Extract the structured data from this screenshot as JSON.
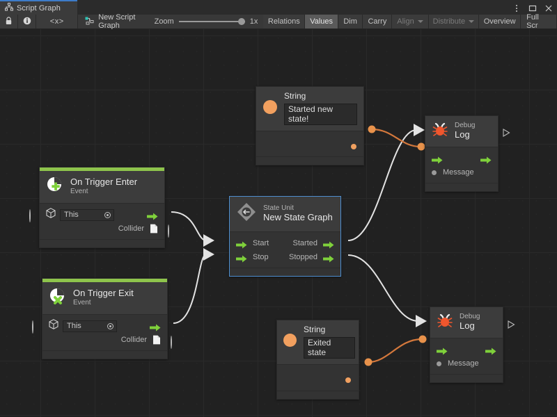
{
  "window": {
    "tab_label": "Script Graph",
    "tab_icon": "graph-hierarchy-icon",
    "controls": [
      "kebab-menu-icon",
      "maximize-icon",
      "close-icon"
    ]
  },
  "toolbar": {
    "lock_icon": "lock-icon",
    "info_icon": "info-icon",
    "code_icon": "code-brackets-icon",
    "code_label": "<x>",
    "breadcrumb": "New Script Graph",
    "breadcrumb_icon": "script-graph-icon",
    "zoom_label": "Zoom",
    "zoom_value": "1x",
    "zoom_percent": 100,
    "buttons": [
      {
        "label": "Relations",
        "state": "normal"
      },
      {
        "label": "Values",
        "state": "active"
      },
      {
        "label": "Dim",
        "state": "normal"
      },
      {
        "label": "Carry",
        "state": "normal"
      },
      {
        "label": "Align",
        "state": "dim",
        "dropdown": true
      },
      {
        "label": "Distribute",
        "state": "dim",
        "dropdown": true
      },
      {
        "label": "Overview",
        "state": "normal"
      },
      {
        "label": "Full Scr",
        "state": "normal"
      }
    ]
  },
  "graph": {
    "accent_green": "#8ec44c",
    "wire_flow_color": "#e8e8e8",
    "wire_value_color": "#d4783c",
    "selection_color": "#4e8fd1",
    "nodes": [
      {
        "id": "string-top",
        "kind": "string-literal",
        "title": "String",
        "value": "Started new state!",
        "icon": "string-orange-circle-icon"
      },
      {
        "id": "debug-log-top",
        "kind": "debug-log",
        "subtitle": "Debug",
        "title": "Log",
        "icon": "bug-icon",
        "input_flow": "flow-in-arrow",
        "output_flow": "flow-out-arrow",
        "message_label": "Message"
      },
      {
        "id": "on-trigger-enter",
        "kind": "event",
        "title": "On Trigger Enter",
        "subtitle": "Event",
        "icon": "trigger-enter-icon",
        "target_value": "This",
        "target_icon": "gameobject-cube-icon",
        "output_label": "Collider",
        "output_icon": "collider-page-icon"
      },
      {
        "id": "on-trigger-exit",
        "kind": "event",
        "title": "On Trigger Exit",
        "subtitle": "Event",
        "icon": "trigger-exit-icon",
        "target_value": "This",
        "target_icon": "gameobject-cube-icon",
        "output_label": "Collider",
        "output_icon": "collider-page-icon"
      },
      {
        "id": "state-unit",
        "kind": "state-unit",
        "subtitle": "State Unit",
        "title": "New  State  Graph",
        "icon": "state-unit-diamond-icon",
        "selected": true,
        "inputs": [
          "Start",
          "Stop"
        ],
        "outputs": [
          "Started",
          "Stopped"
        ]
      },
      {
        "id": "string-bottom",
        "kind": "string-literal",
        "title": "String",
        "value": "Exited state",
        "icon": "string-orange-circle-icon"
      },
      {
        "id": "debug-log-bottom",
        "kind": "debug-log",
        "subtitle": "Debug",
        "title": "Log",
        "icon": "bug-icon",
        "input_flow": "flow-in-arrow",
        "output_flow": "flow-out-arrow",
        "message_label": "Message"
      }
    ]
  }
}
